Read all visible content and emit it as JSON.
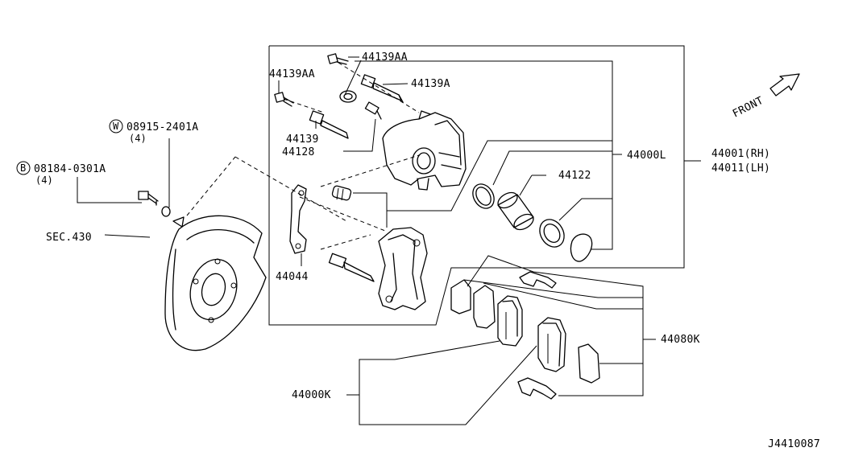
{
  "labels": {
    "bolt_top_aa": "44139AA",
    "bolt_left_aa": "44139AA",
    "bolt_a": "44139A",
    "bolt": "44139",
    "cap": "44128",
    "bracket": "44044",
    "caliper_assy": "44000L",
    "assy_rh": "44001(RH)",
    "assy_lh": "44011(LH)",
    "piston": "44122",
    "pad_kit": "44080K",
    "pad_assy": "44000K",
    "washer_code": "08915-2401A",
    "washer_qty": "(4)",
    "washer_prefix": "W",
    "bolt_code": "08184-0301A",
    "bolt_qty": "(4)",
    "bolt_prefix": "B",
    "section": "SEC.430",
    "front": "FRONT",
    "diagram_id": "J4410087"
  }
}
